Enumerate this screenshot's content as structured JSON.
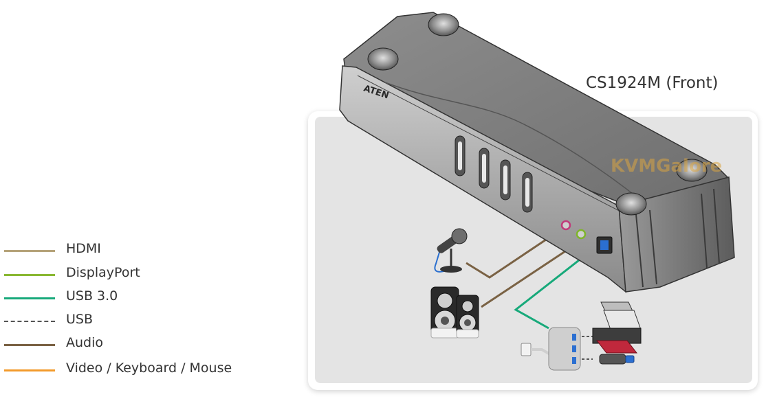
{
  "device": {
    "title": "CS1924M (Front)",
    "brand": "ATEN"
  },
  "watermark": "KVMGalore",
  "legend": [
    {
      "label": "HDMI",
      "color": "#b5a37a",
      "style": "solid"
    },
    {
      "label": "DisplayPort",
      "color": "#8ab833",
      "style": "solid"
    },
    {
      "label": "USB 3.0",
      "color": "#17a97a",
      "style": "solid"
    },
    {
      "label": "USB",
      "color": "#555555",
      "style": "dashed"
    },
    {
      "label": "Audio",
      "color": "#7a6244",
      "style": "solid"
    },
    {
      "label": "Video / Keyboard / Mouse",
      "color": "#f39a2a",
      "style": "solid"
    }
  ],
  "peripherals": [
    "microphone-icon",
    "speakers-icon",
    "usb-hub-icon",
    "printer-icon",
    "usb-flash-drive-icon"
  ]
}
